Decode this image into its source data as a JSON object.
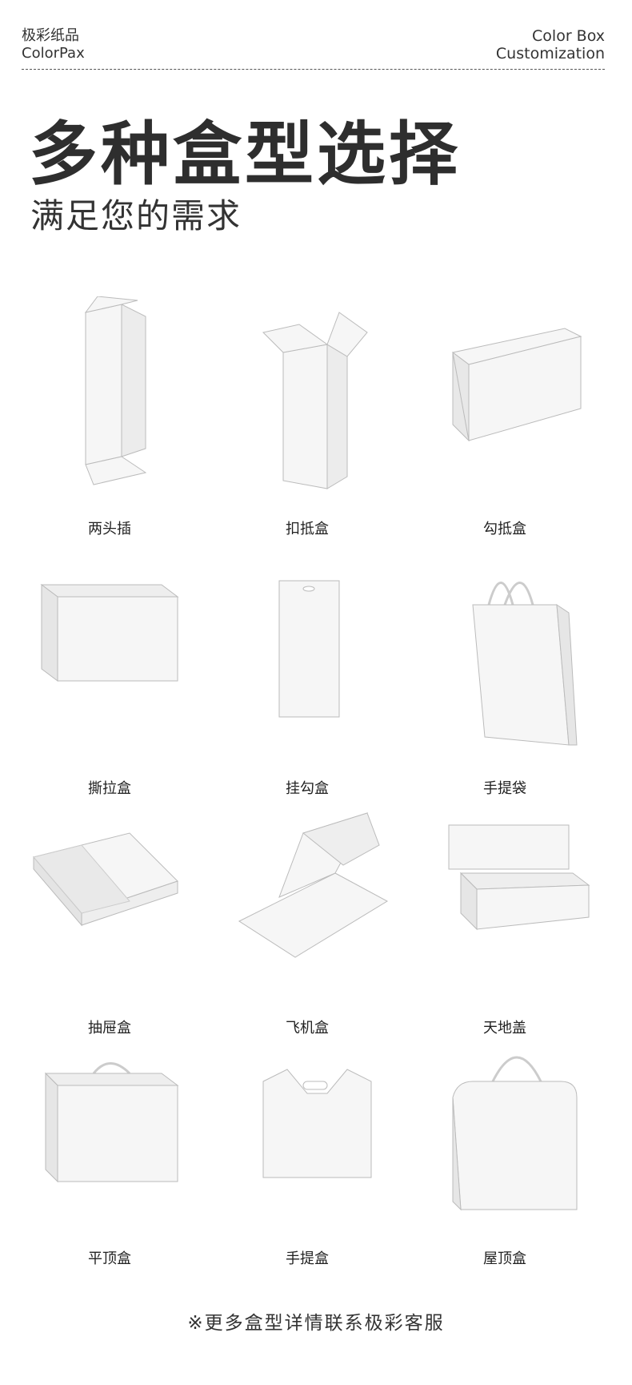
{
  "header": {
    "brand_cn": "极彩纸品",
    "brand_en": "ColorPax",
    "right_line1": "Color Box",
    "right_line2": "Customization"
  },
  "title": "多种盒型选择",
  "subtitle": "满足您的需求",
  "boxes": [
    {
      "label": "两头插"
    },
    {
      "label": "扣抵盒"
    },
    {
      "label": "勾抵盒"
    },
    {
      "label": "撕拉盒"
    },
    {
      "label": "挂勾盒"
    },
    {
      "label": "手提袋"
    },
    {
      "label": "抽屉盒"
    },
    {
      "label": "飞机盒"
    },
    {
      "label": "天地盖"
    },
    {
      "label": "平顶盒"
    },
    {
      "label": "手提盒"
    },
    {
      "label": "屋顶盒"
    }
  ],
  "footer": "※更多盒型详情联系极彩客服"
}
